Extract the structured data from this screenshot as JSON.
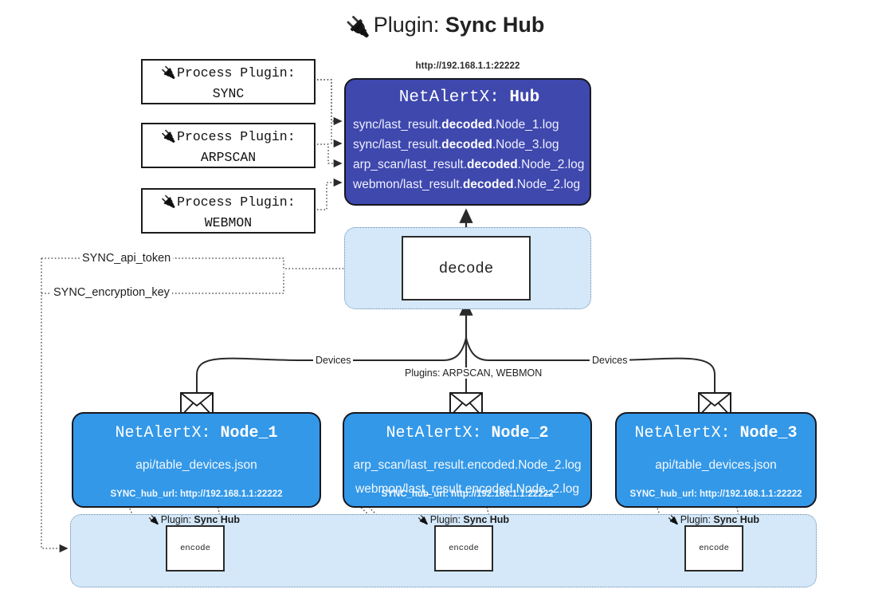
{
  "title": {
    "icon": "plug-icon",
    "prefix": "Plugin: ",
    "name": "Sync Hub",
    "glyph": "🔌"
  },
  "process_plugins": [
    {
      "line1_prefix": "Process Plugin:",
      "line2": "SYNC",
      "icon": "plug-icon"
    },
    {
      "line1_prefix": "Process Plugin:",
      "line2": "ARPSCAN",
      "icon": "plug-icon"
    },
    {
      "line1_prefix": "Process Plugin:",
      "line2": "WEBMON",
      "icon": "plug-icon"
    }
  ],
  "hub": {
    "url": "http://192.168.1.1:22222",
    "title_prefix": "NetAlertX: ",
    "title_name": "Hub",
    "files": [
      {
        "pre": "sync/last_result.",
        "mid": "decoded",
        "post": ".Node_1.log"
      },
      {
        "pre": "sync/last_result.",
        "mid": "decoded",
        "post": ".Node_3.log"
      },
      {
        "pre": "arp_scan/last_result.",
        "mid": "decoded",
        "post": ".Node_2.log"
      },
      {
        "pre": "webmon/last_result.",
        "mid": "decoded",
        "post": ".Node_2.log"
      }
    ]
  },
  "decode": {
    "label": "decode"
  },
  "tokens": {
    "api_token": "SYNC_api_token",
    "encryption_key": "SYNC_encryption_key"
  },
  "edges": {
    "devices_left": "Devices",
    "devices_right": "Devices",
    "plugins_middle": "Plugins: ARPSCAN, WEBMON"
  },
  "nodes": [
    {
      "title_prefix": "NetAlertX: ",
      "title_name": "Node_1",
      "files": [
        "api/table_devices.json"
      ],
      "footer": "SYNC_hub_url: http://192.168.1.1:22222",
      "mail_icon": "envelope-icon"
    },
    {
      "title_prefix": "NetAlertX: ",
      "title_name": "Node_2",
      "files": [
        "arp_scan/last_result.encoded.Node_2.log",
        "webmon/last_result.encoded.Node_2.log"
      ],
      "footer": "SYNC_hub_url: http://192.168.1.1:22222",
      "mail_icon": "envelope-icon"
    },
    {
      "title_prefix": "NetAlertX: ",
      "title_name": "Node_3",
      "files": [
        "api/table_devices.json"
      ],
      "footer": "SYNC_hub_url: http://192.168.1.1:22222",
      "mail_icon": "envelope-icon"
    }
  ],
  "encoders": [
    {
      "caption_prefix": "Plugin: ",
      "caption_name": "Sync Hub",
      "label": "encode",
      "icon": "plug-icon"
    },
    {
      "caption_prefix": "Plugin: ",
      "caption_name": "Sync Hub",
      "label": "encode",
      "icon": "plug-icon"
    },
    {
      "caption_prefix": "Plugin: ",
      "caption_name": "Sync Hub",
      "label": "encode",
      "icon": "plug-icon"
    }
  ],
  "colors": {
    "hub": "#3f48ad",
    "node": "#3398e8",
    "panel": "#d4e8f9",
    "stroke": "#17171e"
  }
}
